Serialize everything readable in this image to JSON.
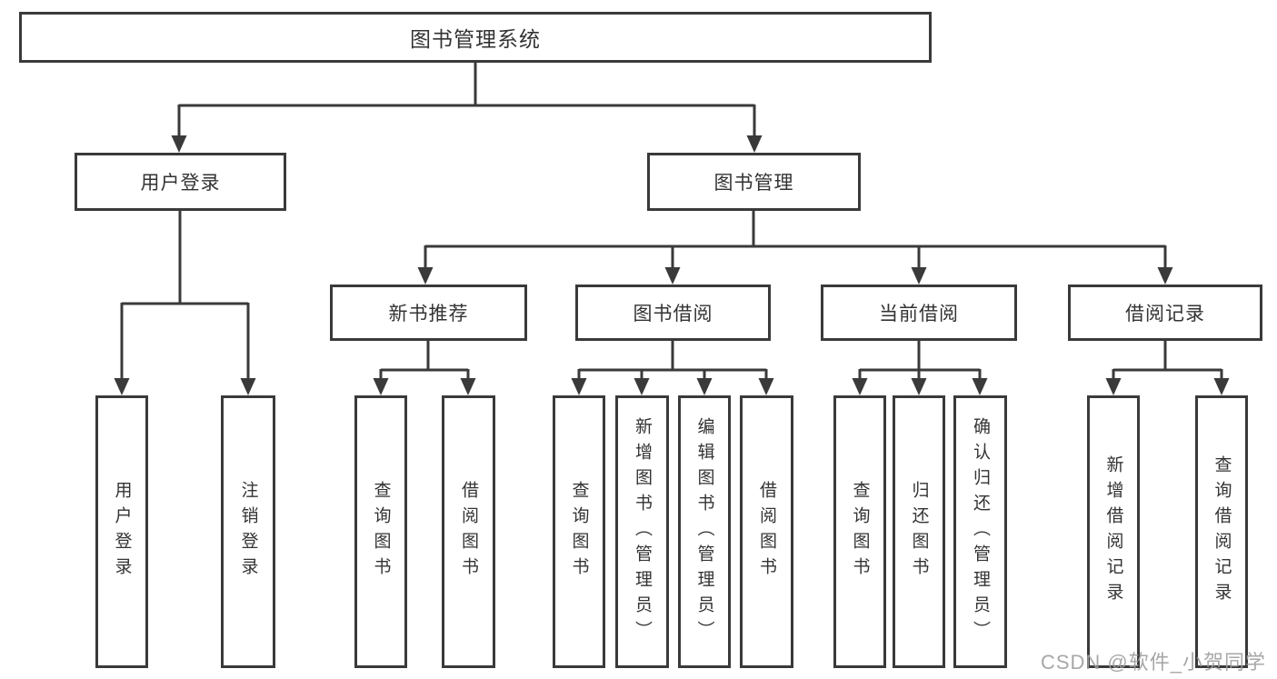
{
  "tree": {
    "root": {
      "label": "图书管理系统"
    },
    "branches": [
      {
        "label": "用户登录",
        "children": [
          {
            "label": "用户登录"
          },
          {
            "label": "注销登录"
          }
        ]
      },
      {
        "label": "图书管理",
        "children": [
          {
            "label": "新书推荐",
            "children": [
              {
                "label": "查询图书"
              },
              {
                "label": "借阅图书"
              }
            ]
          },
          {
            "label": "图书借阅",
            "children": [
              {
                "label": "查询图书"
              },
              {
                "label": "新增图书（管理员）"
              },
              {
                "label": "编辑图书（管理员）"
              },
              {
                "label": "借阅图书"
              }
            ]
          },
          {
            "label": "当前借阅",
            "children": [
              {
                "label": "查询图书"
              },
              {
                "label": "归还图书"
              },
              {
                "label": "确认归还（管理员）"
              }
            ]
          },
          {
            "label": "借阅记录",
            "children": [
              {
                "label": "新增借阅记录"
              },
              {
                "label": "查询借阅记录"
              }
            ]
          }
        ]
      }
    ]
  },
  "watermark": {
    "text": "CSDN @软件_小贺同学"
  },
  "colors": {
    "line": "#3a3a3a",
    "box_border": "#3a3a3a",
    "text": "#333333",
    "watermark": "#9e9e9e",
    "background": "#ffffff"
  }
}
